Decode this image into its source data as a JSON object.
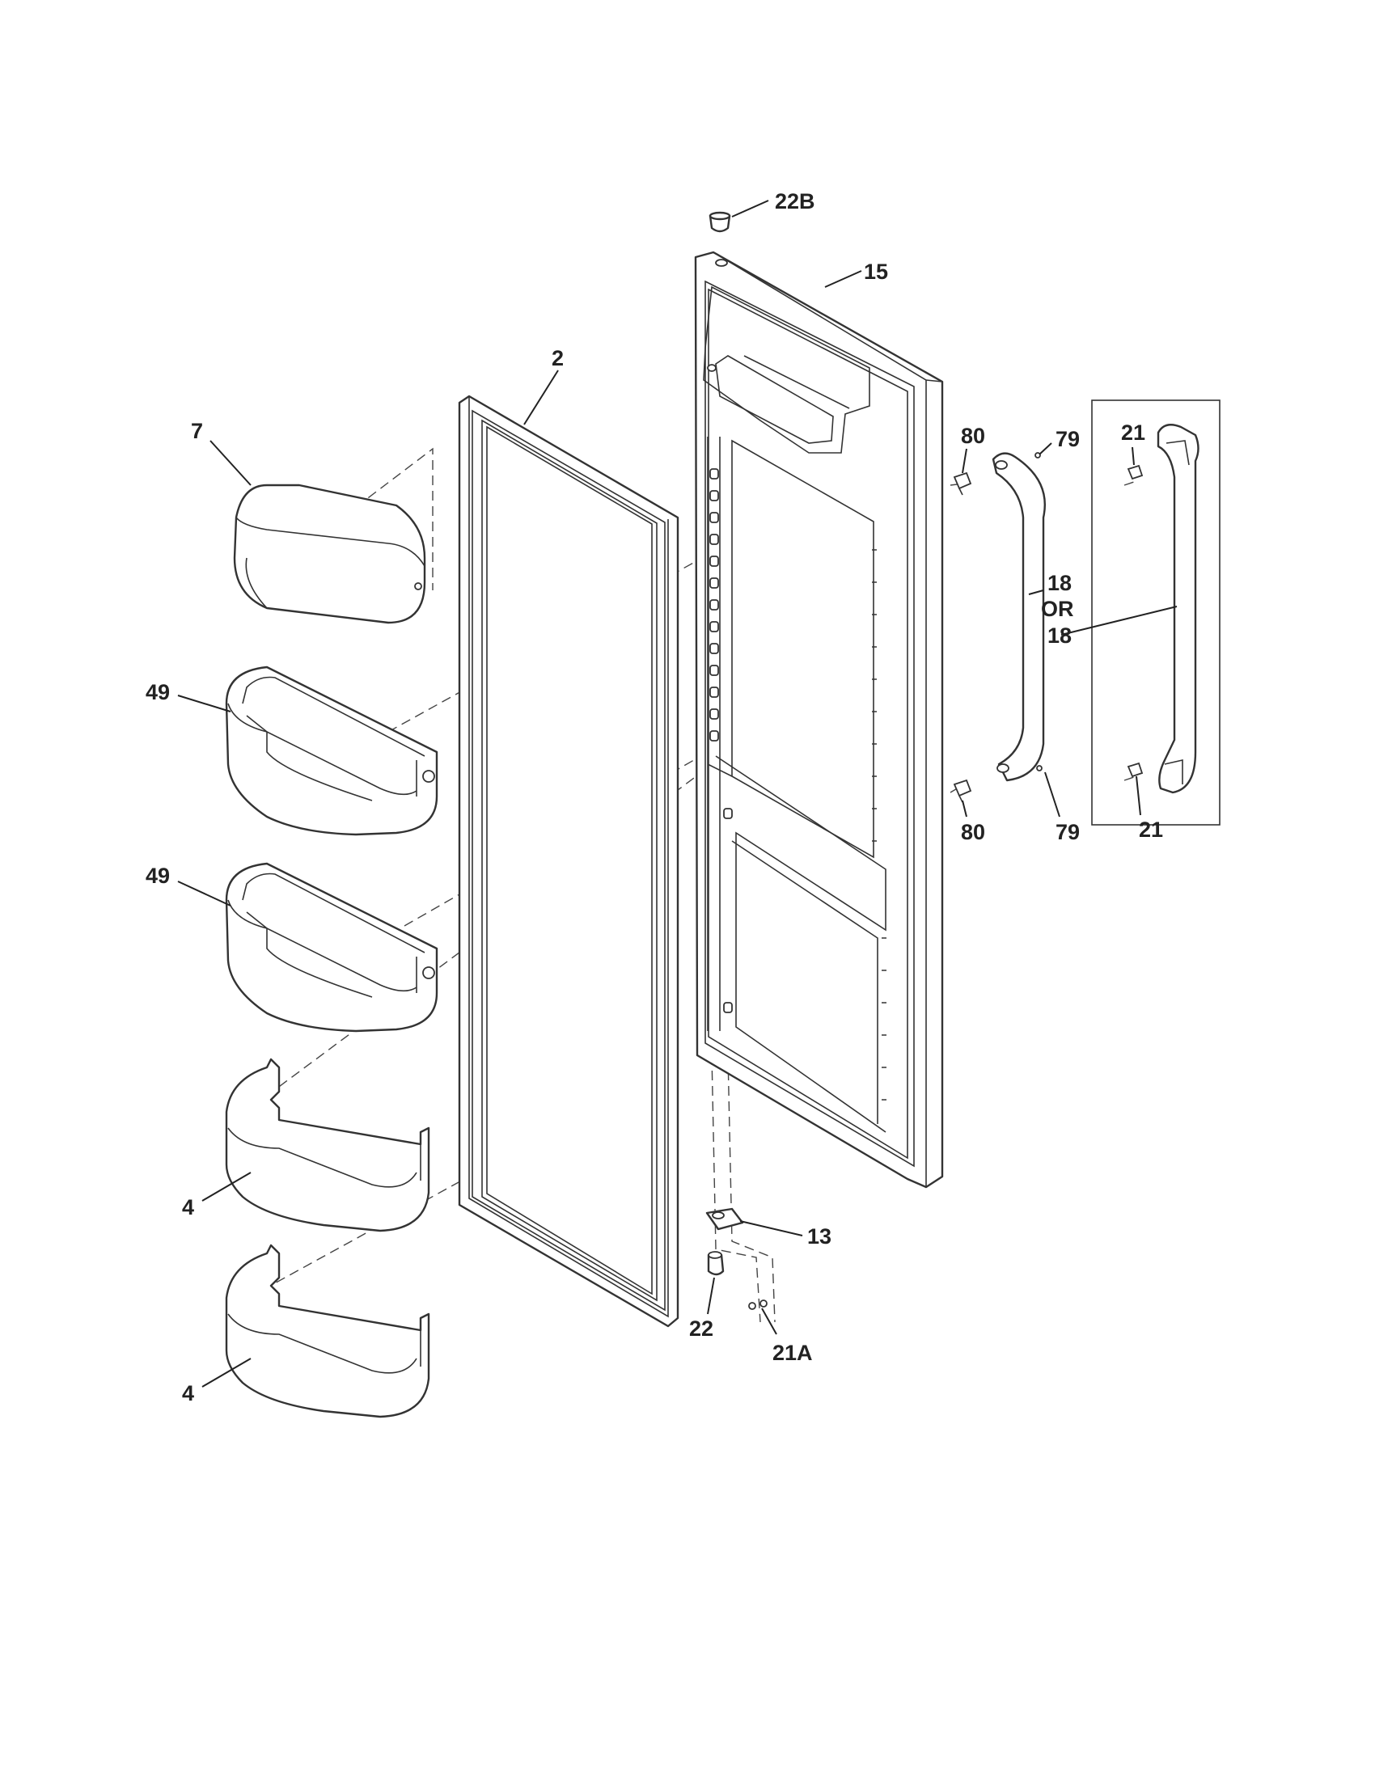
{
  "callouts": {
    "c22B": "22B",
    "c15": "15",
    "c2": "2",
    "c7": "7",
    "c80_top": "80",
    "c79_top": "79",
    "c21_top": "21",
    "c18_a": "18",
    "c18_or": "OR",
    "c18_b": "18",
    "c49_top": "49",
    "c49_bottom": "49",
    "c80_bottom": "80",
    "c79_bottom": "79",
    "c21_bottom": "21",
    "c4_top": "4",
    "c13": "13",
    "c22": "22",
    "c21A": "21A",
    "c4_bottom": "4"
  },
  "colors": {
    "line": "#333333",
    "background": "#ffffff"
  }
}
